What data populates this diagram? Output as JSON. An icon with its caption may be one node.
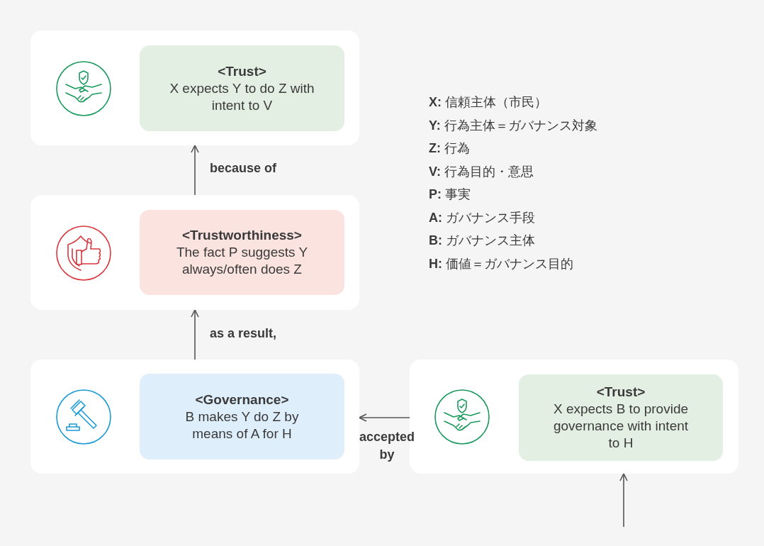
{
  "diagram": {
    "nodes": [
      {
        "text": [],
        "shape": "box"
      },
      {
        "text": [
          "<Trust>",
          "X expects Y to do Z with intent to V"
        ],
        "in": 0
      },
      {
        "text": [],
        "shape": "box"
      },
      {
        "text": [
          "<Trustworthiness>",
          "The fact P suggests Y always/often does Z"
        ],
        "in": 2
      },
      {
        "text": [],
        "shape": "box"
      },
      {
        "text": [
          "<Governance>",
          "B makes Y do Z by means of A for H"
        ],
        "in": 4
      },
      {
        "text": [],
        "shape": "box"
      },
      {
        "text": [
          "<Trust>",
          "X expects B to provide governance with intent to H"
        ],
        "in": 6
      }
    ],
    "edges": [
      {
        "from": 2,
        "to": 0,
        "arrow": "to",
        "label": "because of"
      },
      {
        "from": 4,
        "to": 2,
        "arrow": "to",
        "label": "as a result,"
      },
      {
        "from": 6,
        "to": 4,
        "arrow": "to",
        "label": "accepted by"
      },
      {
        "from": null,
        "to": 6,
        "arrow": "to"
      }
    ],
    "labels": [
      "**X:** 信頼主体（市民）",
      "**Y:** 行為主体＝ガバナンス対象",
      "**Z:** 行為",
      "**V:** 行為目的・意思",
      "**P:** 事実",
      "**A:** ガバナンス手段",
      "**B:** ガバナンス主体",
      "**H:** 価値＝ガバナンス目的"
    ]
  }
}
